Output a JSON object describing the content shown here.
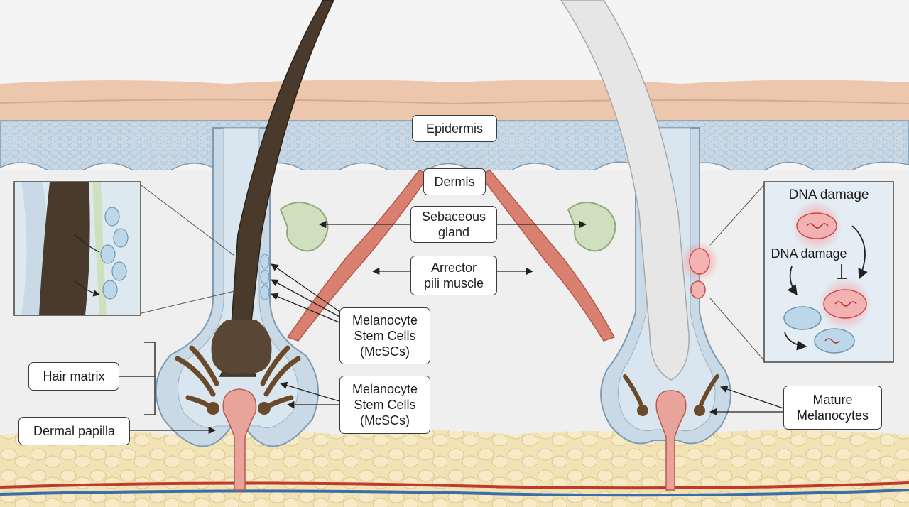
{
  "labels": {
    "epidermis": "Epidermis",
    "dermis": "Dermis",
    "sebaceous_gland": "Sebaceous\ngland",
    "arrector_pili": "Arrector\npili muscle",
    "mcsc_upper": "Melanocyte\nStem Cells\n(McSCs)",
    "mcsc_lower": "Melanocyte\nStem Cells\n(McSCs)",
    "hair_matrix": "Hair matrix",
    "dermal_papilla": "Dermal papilla",
    "mature_melanocytes": "Mature\nMelanocytes"
  },
  "dna_inset": {
    "title": "DNA damage",
    "mid_label": "DNA damage"
  },
  "colors": {
    "dark_hair": "#4a3a2c",
    "white_hair": "#e6e6e6",
    "epidermis": "#c9d9e6",
    "skin_top": "#ecc6ad",
    "muscle": "#d98070",
    "sebaceous": "#cfe0bf",
    "fat": "#f1e3b5",
    "damage": "#e85a5a",
    "stem_cell": "#bcd7ea"
  }
}
